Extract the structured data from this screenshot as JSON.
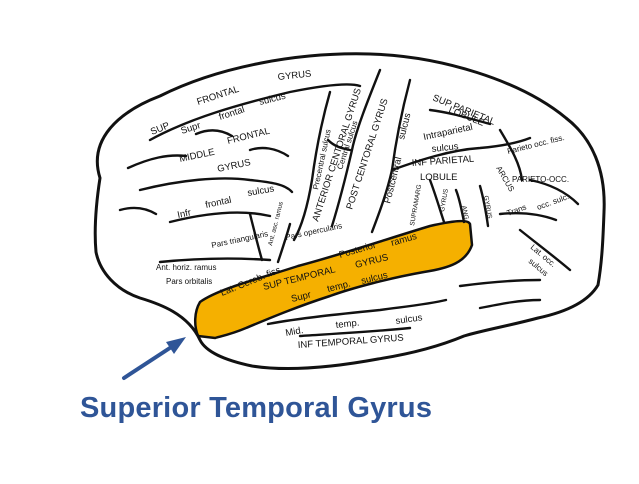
{
  "caption": "Superior Temporal Gyrus",
  "colors": {
    "highlight": "#f5b000",
    "arrow": "#2f5597",
    "caption": "#2f5597",
    "outline": "#111111"
  },
  "labels": {
    "sup_frontal": "SUP",
    "frontal_top": "FRONTAL",
    "gyrus_top": "GYRUS",
    "supr": "Supr",
    "frontal_sulcus1": "frontal",
    "sulcus1": "sulcus",
    "middle": "MIDDLE",
    "frontal_mid": "FRONTAL",
    "gyrus_mid": "GYRUS",
    "infr": "Infr",
    "frontal_sulcus2": "frontal",
    "sulcus2": "sulcus",
    "precentral_sulcus": "Precentral sulcus",
    "anterior_central_gyrus": "ANTERIOR CENTORAL GYRUS",
    "central_sulcus": "Central sulcus",
    "post_central_gyrus": "POST CENTORAL GYRUS",
    "postcentral": "Postcentral",
    "sulcus3": "sulcus",
    "sup_parietal": "SUP PARIETAL",
    "lobule1": "LOBULE",
    "intraparietal": "Intraparietal",
    "sulcus4": "sulcus",
    "inf_parietal": "INF PARIETAL",
    "lobule2": "LOBULE",
    "supramarg": "SUPRAMARG",
    "gyrus_v1": "GYRUS",
    "ang": "ANG.",
    "gyrus_v2": "GYRUS",
    "parieto_occ_fiss": "Parieto occ. fiss.",
    "arcus": "ARCUS",
    "parieto_occ": "PARIETO-OCC.",
    "trans": "Trans",
    "occ_sulc": "occ. sulc.",
    "lat_occ": "Lat. occ.",
    "sulcus5": "sulcus",
    "pars_triangularis": "Pars triangularis",
    "ant_asc_ramus": "Ant. asc. ramus",
    "pars_opercularis": "Pars opercularis",
    "ant_horiz_ramus": "Ant. horiz. ramus",
    "pars_orbitalis": "Pars orbitalis",
    "lat_cereb_fiss": "Lat. Cereb. fiss.",
    "posterior": "Posterior",
    "ramus": "ramus",
    "sup_temporal": "SUP TEMPORAL",
    "gyrus_t": "GYRUS",
    "supr_t": "Supr",
    "temp1": "temp.",
    "sulcus6": "sulcus",
    "mid": "Mid.",
    "temp2": "temp.",
    "sulcus7": "sulcus",
    "inf_temporal": "INF TEMPORAL GYRUS"
  }
}
